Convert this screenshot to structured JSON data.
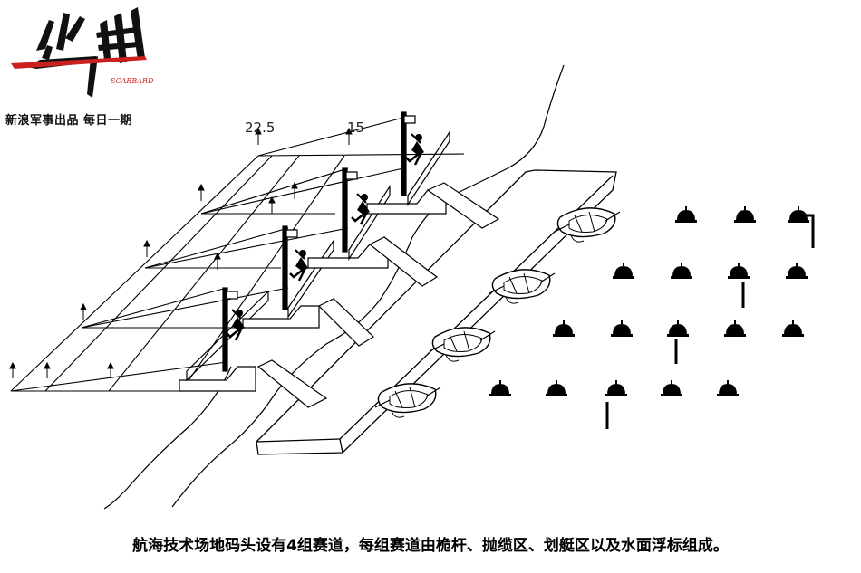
{
  "logo": {
    "chinese": "出鞘",
    "english": "SCABBARD",
    "colors": {
      "black": "#111111",
      "red": "#cc1f1f"
    }
  },
  "subtitle": "新浪军事出品 每日一期",
  "labels": {
    "height_1": "22.5",
    "height_2": "15"
  },
  "caption": "航海技术场地码头设有4组赛道，每组赛道由桅杆、抛缆区、划艇区以及水面浮标组成。"
}
